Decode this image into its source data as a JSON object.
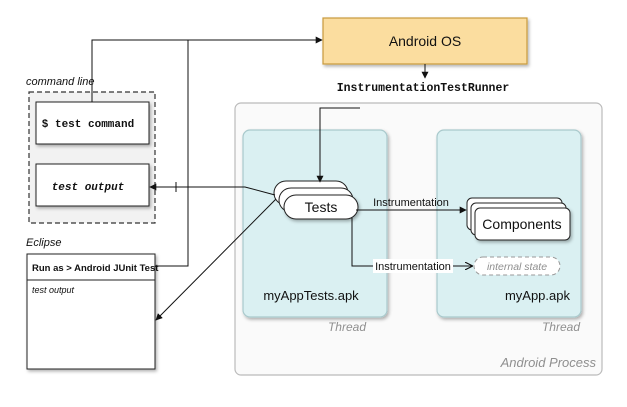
{
  "android_os": {
    "label": "Android OS"
  },
  "test_runner": {
    "label": "InstrumentationTestRunner"
  },
  "command_line": {
    "title": "command line",
    "test_command": "$ test command",
    "test_output": "test output"
  },
  "eclipse": {
    "title": "Eclipse",
    "run_as": "Run as > Android JUnit Test",
    "test_output": "test output"
  },
  "android_process": {
    "label": "Android Process"
  },
  "test_app": {
    "tests": "Tests",
    "apk": "myAppTests.apk",
    "thread": "Thread"
  },
  "target_app": {
    "components": "Components",
    "internal_state": "internal state",
    "apk": "myApp.apk",
    "thread": "Thread"
  },
  "edges": {
    "instrumentation_1": "Instrumentation",
    "instrumentation_2": "Instrumentation"
  },
  "colors": {
    "android_os_fill": "#fbdd9f",
    "android_os_stroke": "#c89a3c",
    "app_box_fill": "#daf0f2",
    "app_box_stroke": "#a9c9cc",
    "process_stroke": "#bbbbbb",
    "faint_text": "#8f8f8f"
  }
}
